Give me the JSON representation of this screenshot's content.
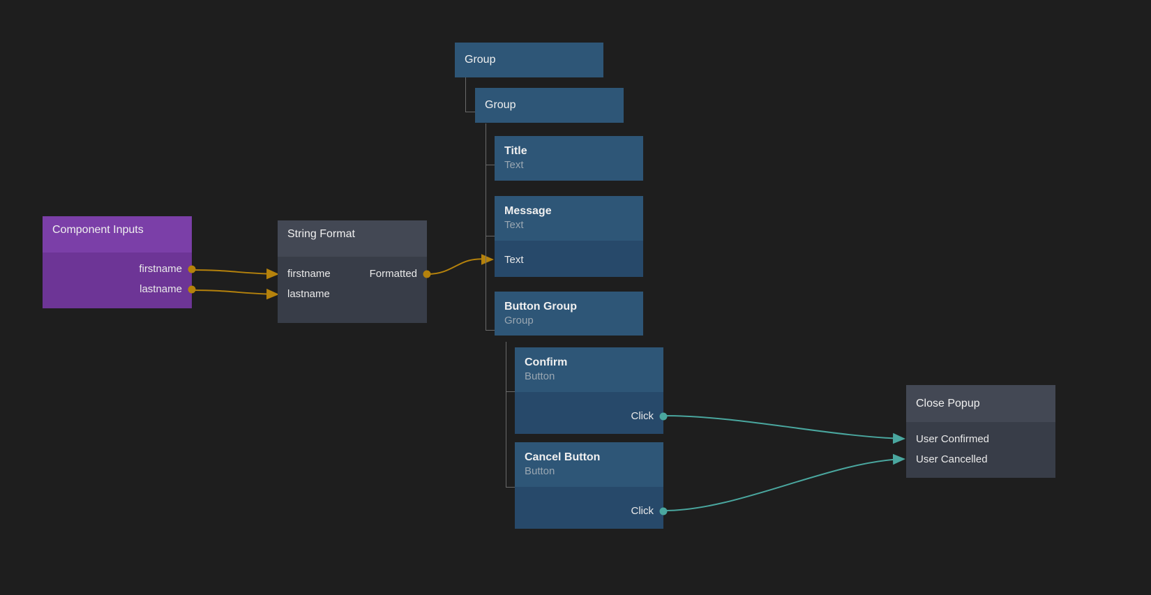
{
  "canvas": {
    "background": "#1e1e1e",
    "colors": {
      "purple_header": "#7b3fa8",
      "purple_body": "#6d3596",
      "grey_header": "#434854",
      "grey_body": "#383d48",
      "blue_header": "#2e5677",
      "blue_body": "#27496a",
      "edge_orange": "#b5820c",
      "edge_teal": "#4aa79f",
      "tree_line": "#6a6a6a"
    }
  },
  "nodes": {
    "component_inputs": {
      "title": "Component Inputs",
      "outputs": [
        {
          "label": "firstname"
        },
        {
          "label": "lastname"
        }
      ]
    },
    "string_format": {
      "title": "String Format",
      "rows": [
        {
          "input": "firstname",
          "output": "Formatted"
        },
        {
          "input": "lastname",
          "output": ""
        }
      ]
    },
    "group_root": {
      "title": "Group"
    },
    "group_child": {
      "title": "Group"
    },
    "title_node": {
      "title": "Title",
      "subtitle": "Text"
    },
    "message_node": {
      "title": "Message",
      "subtitle": "Text",
      "input": "Text"
    },
    "button_group": {
      "title": "Button Group",
      "subtitle": "Group"
    },
    "confirm_button": {
      "title": "Confirm",
      "subtitle": "Button",
      "output": "Click"
    },
    "cancel_button": {
      "title": "Cancel Button",
      "subtitle": "Button",
      "output": "Click"
    },
    "close_popup": {
      "title": "Close Popup",
      "inputs": [
        {
          "label": "User Confirmed"
        },
        {
          "label": "User Cancelled"
        }
      ]
    }
  },
  "edges": [
    {
      "name": "firstname-to-firstname",
      "color": "#b5820c",
      "from": "component_inputs.firstname",
      "to": "string_format.firstname"
    },
    {
      "name": "lastname-to-lastname",
      "color": "#b5820c",
      "from": "component_inputs.lastname",
      "to": "string_format.lastname"
    },
    {
      "name": "formatted-to-message-text",
      "color": "#b5820c",
      "from": "string_format.Formatted",
      "to": "message_node.Text"
    },
    {
      "name": "confirm-click-to-user-confirmed",
      "color": "#4aa79f",
      "from": "confirm_button.Click",
      "to": "close_popup.User Confirmed"
    },
    {
      "name": "cancel-click-to-user-cancelled",
      "color": "#4aa79f",
      "from": "cancel_button.Click",
      "to": "close_popup.User Cancelled"
    }
  ]
}
